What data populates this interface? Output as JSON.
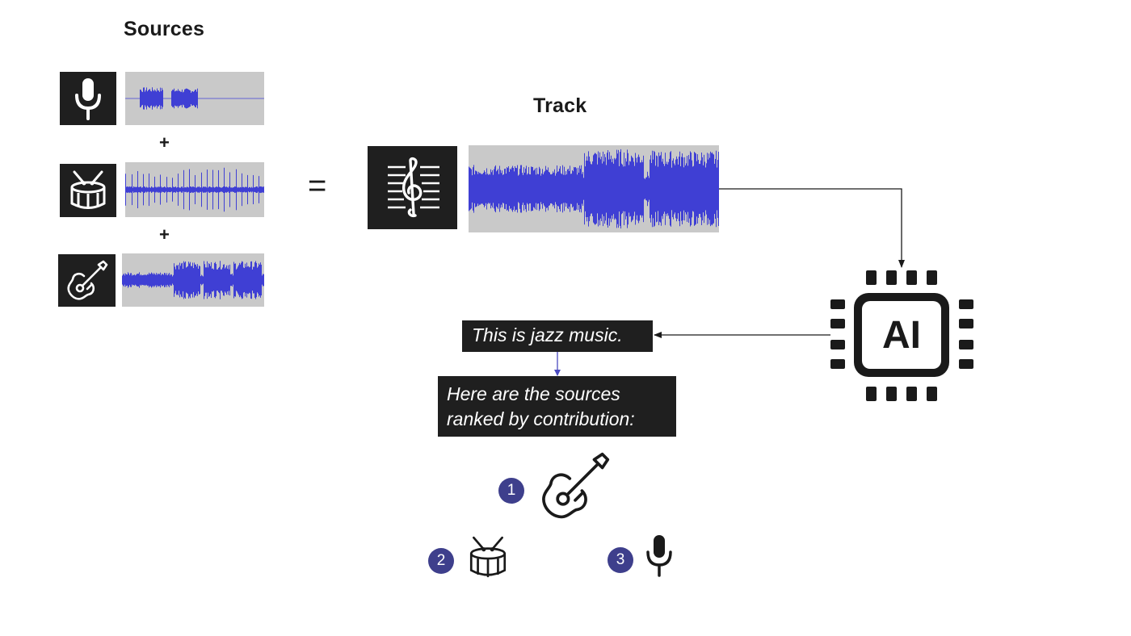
{
  "sources": {
    "title": "Sources",
    "items": [
      {
        "icon": "microphone-icon"
      },
      {
        "icon": "drum-icon"
      },
      {
        "icon": "guitar-icon"
      }
    ],
    "plus_sign": "+"
  },
  "equals_sign": "=",
  "track": {
    "title": "Track",
    "icon": "treble-clef-icon"
  },
  "ai": {
    "label": "AI",
    "icon": "ai-chip-icon"
  },
  "messages": {
    "classification": "This is jazz music.",
    "ranking_line1": "Here are the sources",
    "ranking_line2": "ranked by contribution:"
  },
  "ranking": [
    {
      "rank": "1",
      "icon": "guitar-icon"
    },
    {
      "rank": "2",
      "icon": "drum-icon"
    },
    {
      "rank": "3",
      "icon": "microphone-icon"
    }
  ],
  "colors": {
    "waveform": "#3f3fd4",
    "waveform_bg": "#c9c9c9",
    "tile": "#1f1f1f",
    "badge": "#3e3f8c",
    "connector_blue": "#4a4ac0"
  }
}
